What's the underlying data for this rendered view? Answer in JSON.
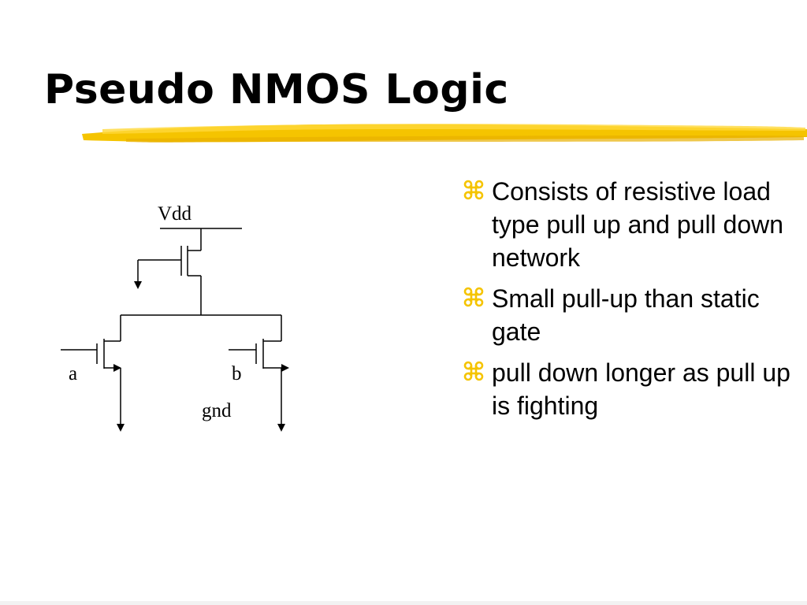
{
  "slide": {
    "title": "Pseudo NMOS Logic",
    "accent_color": "#f5c400"
  },
  "diagram": {
    "labels": {
      "vdd": "Vdd",
      "input_a": "a",
      "input_b": "b",
      "gnd": "gnd"
    }
  },
  "bullets": [
    {
      "icon": "command-key-icon",
      "text": "Consists of resistive load type pull up and pull down network"
    },
    {
      "icon": "command-key-icon",
      "text": "Small pull-up than static gate"
    },
    {
      "icon": "command-key-icon",
      "text": "pull down longer as pull up is fighting"
    }
  ]
}
